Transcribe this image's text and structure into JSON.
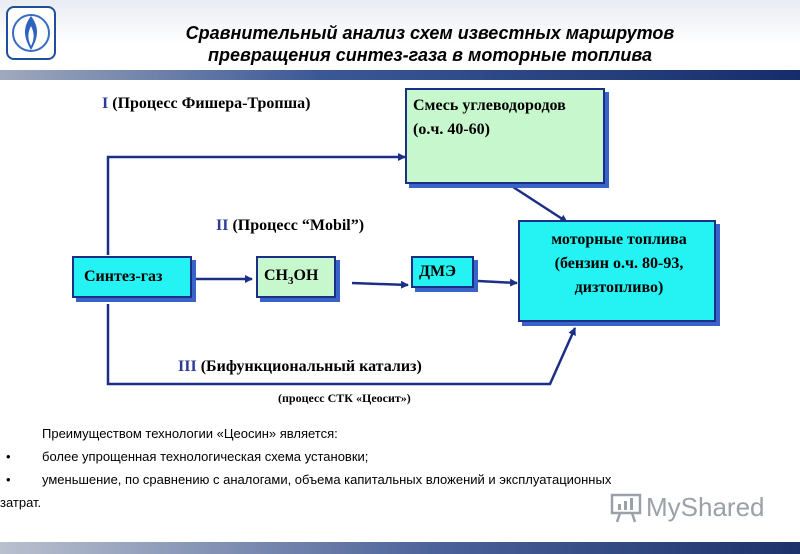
{
  "header": {
    "title_line1": "Сравнительный анализ схем известных маршрутов",
    "title_line2": "превращения синтез-газа в моторные топлива"
  },
  "diagram": {
    "nodes": {
      "hydrocarbons": "Смесь углеводородов (о.ч. 40-60)",
      "syngas": "Синтез-газ",
      "methanol_main": "CH",
      "methanol_sub": "3",
      "methanol_tail": "OH",
      "dme": "ДМЭ",
      "motor_fuels": "моторные топлива (бензин о.ч. 80-93, дизтопливо)"
    },
    "routes": {
      "route1_num": "I",
      "route1_text": "(Процесс Фишера-Тропша)",
      "route2_num": "II",
      "route2_text": "(Процесс “Mobil”)",
      "route3_num": "III",
      "route3_text": "(Бифункциональный катализ)",
      "route3_note": "(процесс СТК «Цеосит»)"
    }
  },
  "bottom": {
    "intro": "Преимуществом технологии «Цеосин» является:",
    "bullet_glyph": "•",
    "item1": "более упрощенная технологическая схема установки;",
    "item2": "уменьшение, по сравнению с аналогами, объема капитальных вложений и эксплуатационных",
    "item2_cont": "затрат."
  },
  "watermark": {
    "text": "MyShared"
  },
  "colors": {
    "green_box": "#c7f7cc",
    "cyan_box": "#25f2f2",
    "arrow": "#1c2f86",
    "roman_numeral": "#2e3b9a"
  },
  "icons": {
    "logo": "flame-logo-icon",
    "watermark": "presentation-board-icon"
  }
}
